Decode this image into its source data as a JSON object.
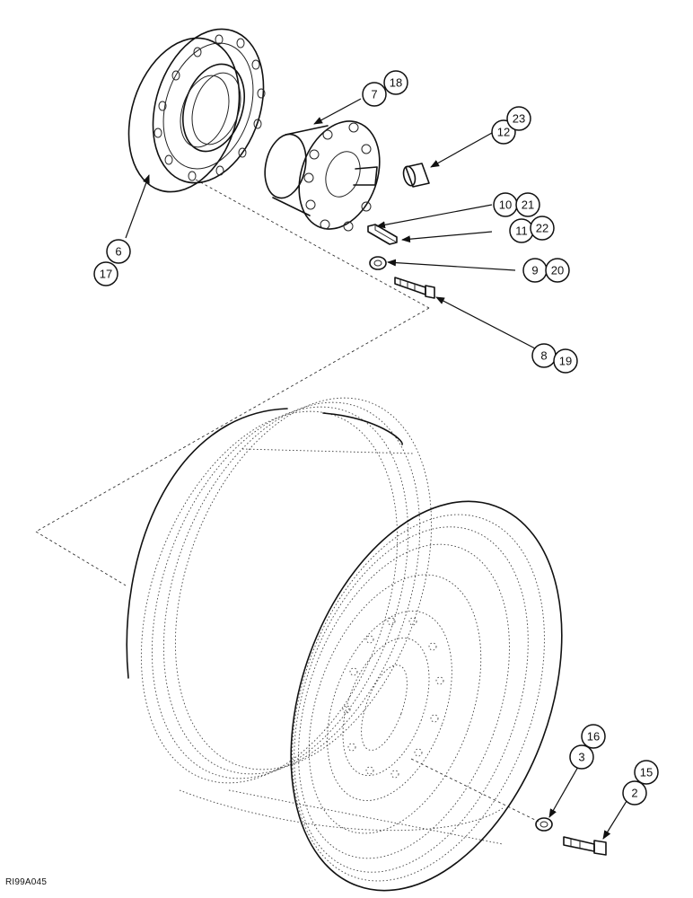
{
  "figure_id": "RI99A045",
  "callouts": {
    "c6": "6",
    "c17": "17",
    "c7": "7",
    "c18": "18",
    "c12": "12",
    "c23": "23",
    "c10": "10",
    "c21": "21",
    "c11": "11",
    "c22": "22",
    "c9": "9",
    "c20": "20",
    "c8": "8",
    "c19": "19",
    "c16": "16",
    "c3": "3",
    "c15": "15",
    "c2": "2"
  },
  "parts": [
    "hub",
    "adapter",
    "bushing",
    "key",
    "washer",
    "bolt",
    "wheel",
    "wheel-nut-washer",
    "wheel-bolt"
  ]
}
